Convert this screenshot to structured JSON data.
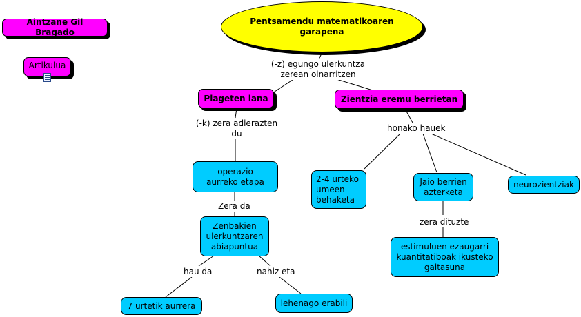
{
  "author": "Aintzane Gil Bragado",
  "article_label": "Artikulua",
  "article_icon": "document-icon",
  "root": "Pentsamendu matematikoaren garapena",
  "phrases": {
    "root_link": "(-z) egungo ulerkuntza zerean oinarritzen",
    "piaget_link": "(-k) zera adierazten du",
    "zera_da": "Zera da",
    "hau_da": "hau da",
    "nahiz_eta": "nahiz eta",
    "honako_hauek": "honako hauek",
    "zera_dituzte": "zera dituzte"
  },
  "concepts": {
    "piaget": "Piageten lana",
    "zientzia": "Zientzia eremu berrietan",
    "operazio": "operazio aurreko etapa",
    "zenbakien": "Zenbakien ulerkuntzaren abiapuntua",
    "urte7": "7 urtetik aurrera",
    "lehenago": "lehenago erabili",
    "umeen": "2-4 urteko umeen behaketa",
    "jaio": "Jaio berrien azterketa",
    "neuro": "neurozientziak",
    "estimulu": "estimuluen ezaugarri kuantitatiboak ikusteko gaitasuna"
  },
  "colors": {
    "root_fill": "#ffff00",
    "magenta": "#ff00ff",
    "cyan": "#00ccff"
  }
}
